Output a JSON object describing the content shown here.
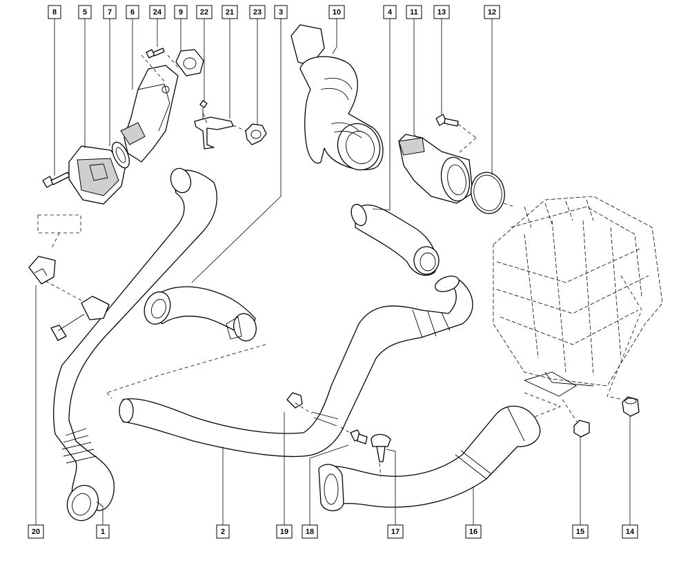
{
  "callouts": [
    {
      "id": "c8",
      "label": "8"
    },
    {
      "id": "c5",
      "label": "5"
    },
    {
      "id": "c7",
      "label": "7"
    },
    {
      "id": "c6",
      "label": "6"
    },
    {
      "id": "c24",
      "label": "24"
    },
    {
      "id": "c9",
      "label": "9"
    },
    {
      "id": "c22",
      "label": "22"
    },
    {
      "id": "c21",
      "label": "21"
    },
    {
      "id": "c23",
      "label": "23"
    },
    {
      "id": "c3",
      "label": "3"
    },
    {
      "id": "c10",
      "label": "10"
    },
    {
      "id": "c4",
      "label": "4"
    },
    {
      "id": "c11",
      "label": "11"
    },
    {
      "id": "c13",
      "label": "13"
    },
    {
      "id": "c12",
      "label": "12"
    },
    {
      "id": "c20",
      "label": "20"
    },
    {
      "id": "c1",
      "label": "1"
    },
    {
      "id": "c2",
      "label": "2"
    },
    {
      "id": "c19",
      "label": "19"
    },
    {
      "id": "c18",
      "label": "18"
    },
    {
      "id": "c17",
      "label": "17"
    },
    {
      "id": "c16",
      "label": "16"
    },
    {
      "id": "c15",
      "label": "15"
    },
    {
      "id": "c14",
      "label": "14"
    }
  ]
}
